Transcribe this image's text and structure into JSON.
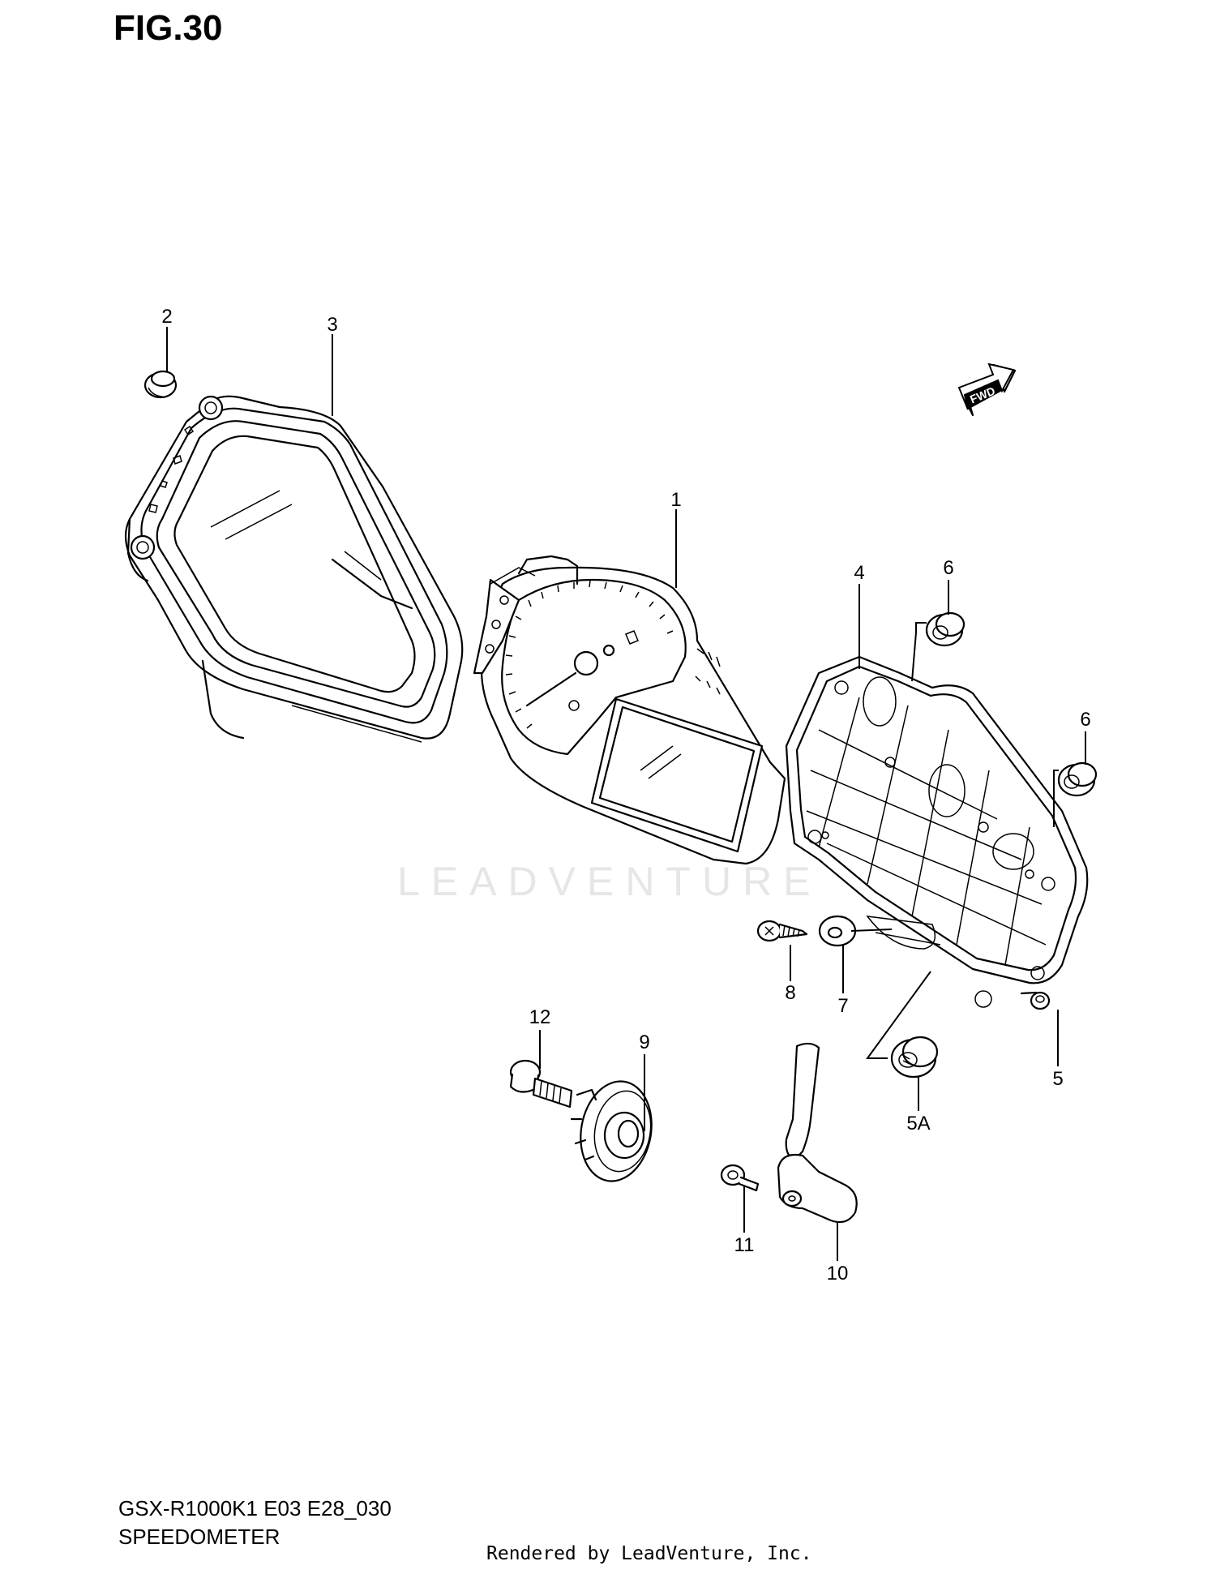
{
  "figure": {
    "title": "FIG.30"
  },
  "callouts": [
    {
      "id": "c1",
      "label": "1"
    },
    {
      "id": "c2",
      "label": "2"
    },
    {
      "id": "c3",
      "label": "3"
    },
    {
      "id": "c4",
      "label": "4"
    },
    {
      "id": "c5",
      "label": "5"
    },
    {
      "id": "c5a",
      "label": "5A"
    },
    {
      "id": "c6a",
      "label": "6"
    },
    {
      "id": "c6b",
      "label": "6"
    },
    {
      "id": "c7",
      "label": "7"
    },
    {
      "id": "c8",
      "label": "8"
    },
    {
      "id": "c9",
      "label": "9"
    },
    {
      "id": "c10",
      "label": "10"
    },
    {
      "id": "c11",
      "label": "11"
    },
    {
      "id": "c12",
      "label": "12"
    }
  ],
  "fwd_label": "FWD",
  "watermark": "LEADVENTURE",
  "footer": {
    "code": "GSX-R1000K1 E03 E28_030",
    "subtitle": "SPEEDOMETER",
    "credit": "Rendered by LeadVenture, Inc."
  }
}
